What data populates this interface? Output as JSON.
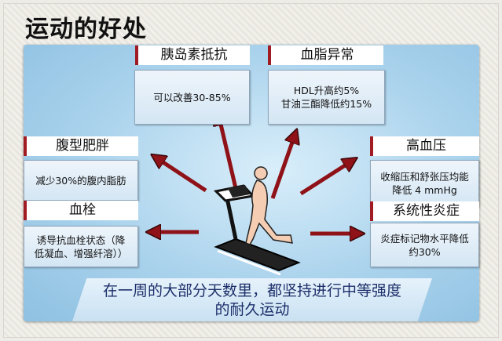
{
  "title": "运动的好处",
  "items": [
    {
      "heading": "胰岛素抵抗",
      "text": "可以改善30-85%"
    },
    {
      "heading": "血脂异常",
      "line1": "HDL升高约5%",
      "line2": "甘油三酯降低约15%"
    },
    {
      "heading": "腹型肥胖",
      "text": "减少30%的腹内脂肪"
    },
    {
      "heading": "高血压",
      "line1": "收缩压和舒张压均能",
      "line2": "降低 4 mmHg"
    },
    {
      "heading": "血栓",
      "line1": "诱导抗血栓状态（降",
      "line2": "低凝血、增强纤溶））"
    },
    {
      "heading": "系统性炎症",
      "line1": "炎症标记物水平降低",
      "line2": "约30%"
    }
  ],
  "banner": {
    "line1": "在一周的大部分天数里，都坚持进行中等强度",
    "line2": "的耐久运动"
  },
  "colors": {
    "accent": "#a11c22",
    "panel": "#a9d2ec",
    "banner_text": "#1d2f6a"
  }
}
